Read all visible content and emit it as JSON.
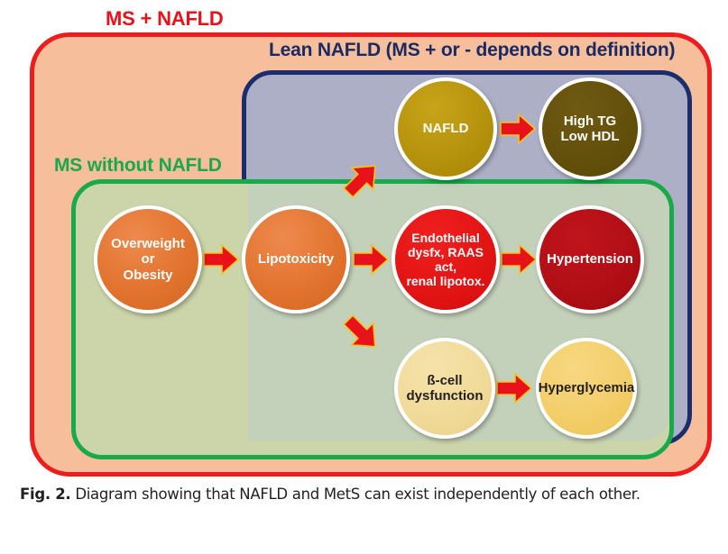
{
  "figure": {
    "sets": [
      {
        "id": "ms_nafld",
        "label": "MS + NAFLD",
        "color": "#EE1C1C",
        "fill": "#F6BE9B"
      },
      {
        "id": "lean_nafld",
        "label": "Lean NAFLD (MS + or - depends on definition)",
        "color": "#1B2D6B",
        "fill": "#ADAFC6"
      },
      {
        "id": "ms_no_nafld",
        "label": "MS without NAFLD",
        "color": "#17A94A",
        "fill": "#CCD4A9"
      }
    ],
    "nodes": [
      {
        "id": "overweight",
        "lines": [
          "Overweight",
          "or",
          "Obesity"
        ],
        "fill": "#E2742F",
        "text": "#FFFFFF"
      },
      {
        "id": "lipotoxicity",
        "lines": [
          "Lipotoxicity"
        ],
        "fill": "#E2742F",
        "text": "#FFFFFF"
      },
      {
        "id": "nafld",
        "lines": [
          "NAFLD"
        ],
        "fill": "#B6930C",
        "text": "#FFFFFF"
      },
      {
        "id": "high_tg",
        "lines": [
          "High TG",
          "Low HDL"
        ],
        "fill": "#63500B",
        "text": "#FFFFFF"
      },
      {
        "id": "endothelial",
        "lines": [
          "Endothelial",
          "dysfx, RAAS act,",
          "renal lipotox."
        ],
        "fill": "#E41414",
        "text": "#FFFFFF"
      },
      {
        "id": "hypertension",
        "lines": [
          "Hypertension"
        ],
        "fill": "#B20F16",
        "text": "#FFFFFF"
      },
      {
        "id": "bcell",
        "lines": [
          "ß-cell",
          "dysfunction"
        ],
        "fill": "#F1DB9A",
        "text": "#231F20"
      },
      {
        "id": "hyperglycemia",
        "lines": [
          "Hyperglycemia"
        ],
        "fill": "#F3CE6A",
        "text": "#231F20"
      }
    ],
    "arrows": [
      {
        "id": "overweight-to-lipotoxicity",
        "from": "overweight",
        "to": "lipotoxicity",
        "direction": "right",
        "color": "#E8121B"
      },
      {
        "id": "lipotoxicity-to-nafld",
        "from": "lipotoxicity",
        "to": "nafld",
        "direction": "up-right",
        "color": "#E8121B"
      },
      {
        "id": "lipotoxicity-to-endothelial",
        "from": "lipotoxicity",
        "to": "endothelial",
        "direction": "right",
        "color": "#E8121B"
      },
      {
        "id": "lipotoxicity-to-bcell",
        "from": "lipotoxicity",
        "to": "bcell",
        "direction": "down-right",
        "color": "#E8121B"
      },
      {
        "id": "nafld-to-high-tg",
        "from": "nafld",
        "to": "high_tg",
        "direction": "right",
        "color": "#E8121B"
      },
      {
        "id": "endothelial-to-hypertension",
        "from": "endothelial",
        "to": "hypertension",
        "direction": "right",
        "color": "#E8121B"
      },
      {
        "id": "bcell-to-hyperglycemia",
        "from": "bcell",
        "to": "hyperglycemia",
        "direction": "right",
        "color": "#E8121B"
      }
    ]
  },
  "caption": {
    "figure_number": "Fig. 2.",
    "text": "Diagram showing that NAFLD and MetS can exist independently of each other."
  },
  "chart_data": {
    "type": "diagram",
    "subtype": "venn-flowchart",
    "title": "Diagram showing that NAFLD and MetS can exist independently of each other.",
    "sets": [
      {
        "name": "MS + NAFLD",
        "color": "#EE1C1C",
        "contains": [
          "MS without NAFLD",
          "Lean NAFLD (MS + or - depends on definition)"
        ]
      },
      {
        "name": "Lean NAFLD (MS + or - depends on definition)",
        "color": "#1B2D6B",
        "contains": [
          "NAFLD",
          "High TG Low HDL",
          "Endothelial dysfx, RAAS act, renal lipotox.",
          "Hypertension",
          "ß-cell dysfunction",
          "Hyperglycemia"
        ]
      },
      {
        "name": "MS without NAFLD",
        "color": "#17A94A",
        "contains": [
          "Overweight or Obesity",
          "Lipotoxicity",
          "Endothelial dysfx, RAAS act, renal lipotox.",
          "Hypertension",
          "ß-cell dysfunction",
          "Hyperglycemia"
        ]
      }
    ],
    "edges": [
      [
        "Overweight or Obesity",
        "Lipotoxicity"
      ],
      [
        "Lipotoxicity",
        "NAFLD"
      ],
      [
        "Lipotoxicity",
        "Endothelial dysfx, RAAS act, renal lipotox."
      ],
      [
        "Lipotoxicity",
        "ß-cell dysfunction"
      ],
      [
        "NAFLD",
        "High TG Low HDL"
      ],
      [
        "Endothelial dysfx, RAAS act, renal lipotox.",
        "Hypertension"
      ],
      [
        "ß-cell dysfunction",
        "Hyperglycemia"
      ]
    ]
  }
}
